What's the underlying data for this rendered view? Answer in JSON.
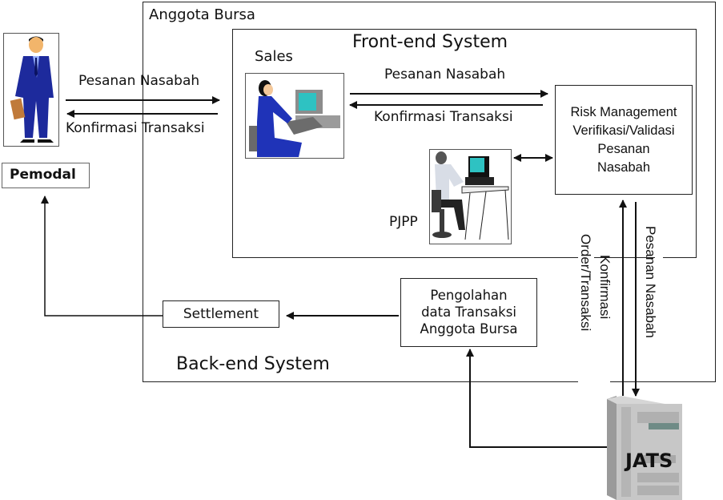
{
  "containers": {
    "anggota_bursa": "Anggota Bursa",
    "front_end": "Front-end System",
    "back_end": "Back-end System"
  },
  "actors": {
    "pemodal": "Pemodal",
    "sales": "Sales",
    "pjpp": "PJPP",
    "jats": "JATS"
  },
  "flows": {
    "pemodal_to_sales": "Pesanan Nasabah",
    "sales_to_pemodal": "Konfirmasi Transaksi",
    "sales_to_risk": "Pesanan Nasabah",
    "risk_to_sales": "Konfirmasi Transaksi",
    "risk_to_jats": "Pesanan Nasabah",
    "jats_to_risk_line1": "Konfirmasi",
    "jats_to_risk_line2": "Order/Transaksi"
  },
  "processes": {
    "risk": [
      "Risk Management",
      "Verifikasi/Validasi",
      "Pesanan",
      "Nasabah"
    ],
    "pengolahan": [
      "Pengolahan",
      "data Transaksi",
      "Anggota Bursa"
    ],
    "settlement": "Settlement"
  },
  "icons": {
    "pemodal": "businessman-icon",
    "sales": "sales-operator-computer-icon",
    "pjpp": "pjpp-operator-computer-icon",
    "jats": "server-tower-icon"
  }
}
